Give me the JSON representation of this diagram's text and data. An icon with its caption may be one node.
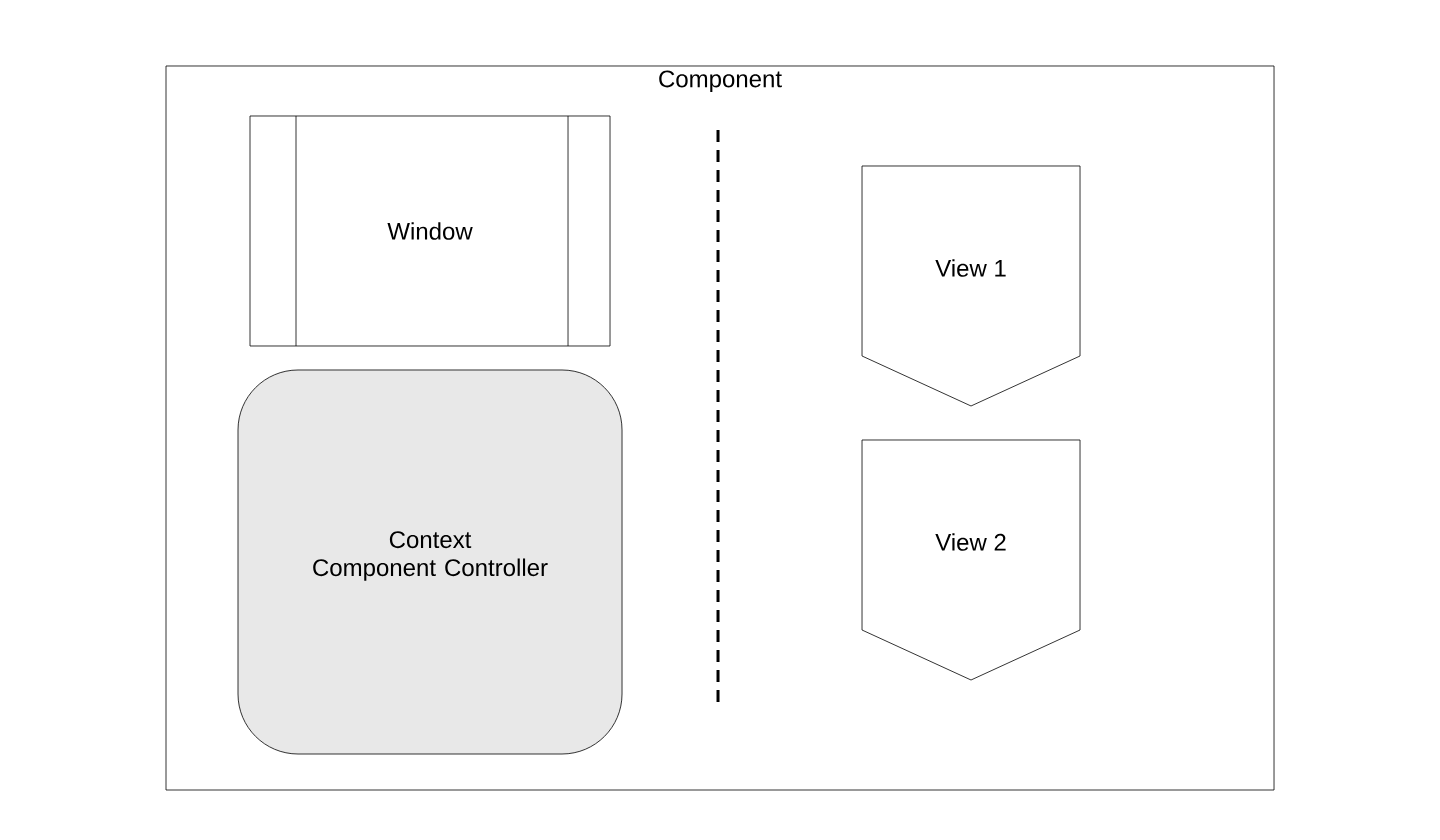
{
  "diagram": {
    "nodes": [
      {
        "text": [
          "Component"
        ]
      },
      {
        "text": [
          "Window"
        ],
        "in": 0
      },
      {
        "text": [
          "Context Component Controller"
        ],
        "in": 0
      },
      {
        "text": [
          "View 1"
        ],
        "in": 0
      },
      {
        "text": [
          "View 2"
        ],
        "in": 0
      }
    ]
  }
}
